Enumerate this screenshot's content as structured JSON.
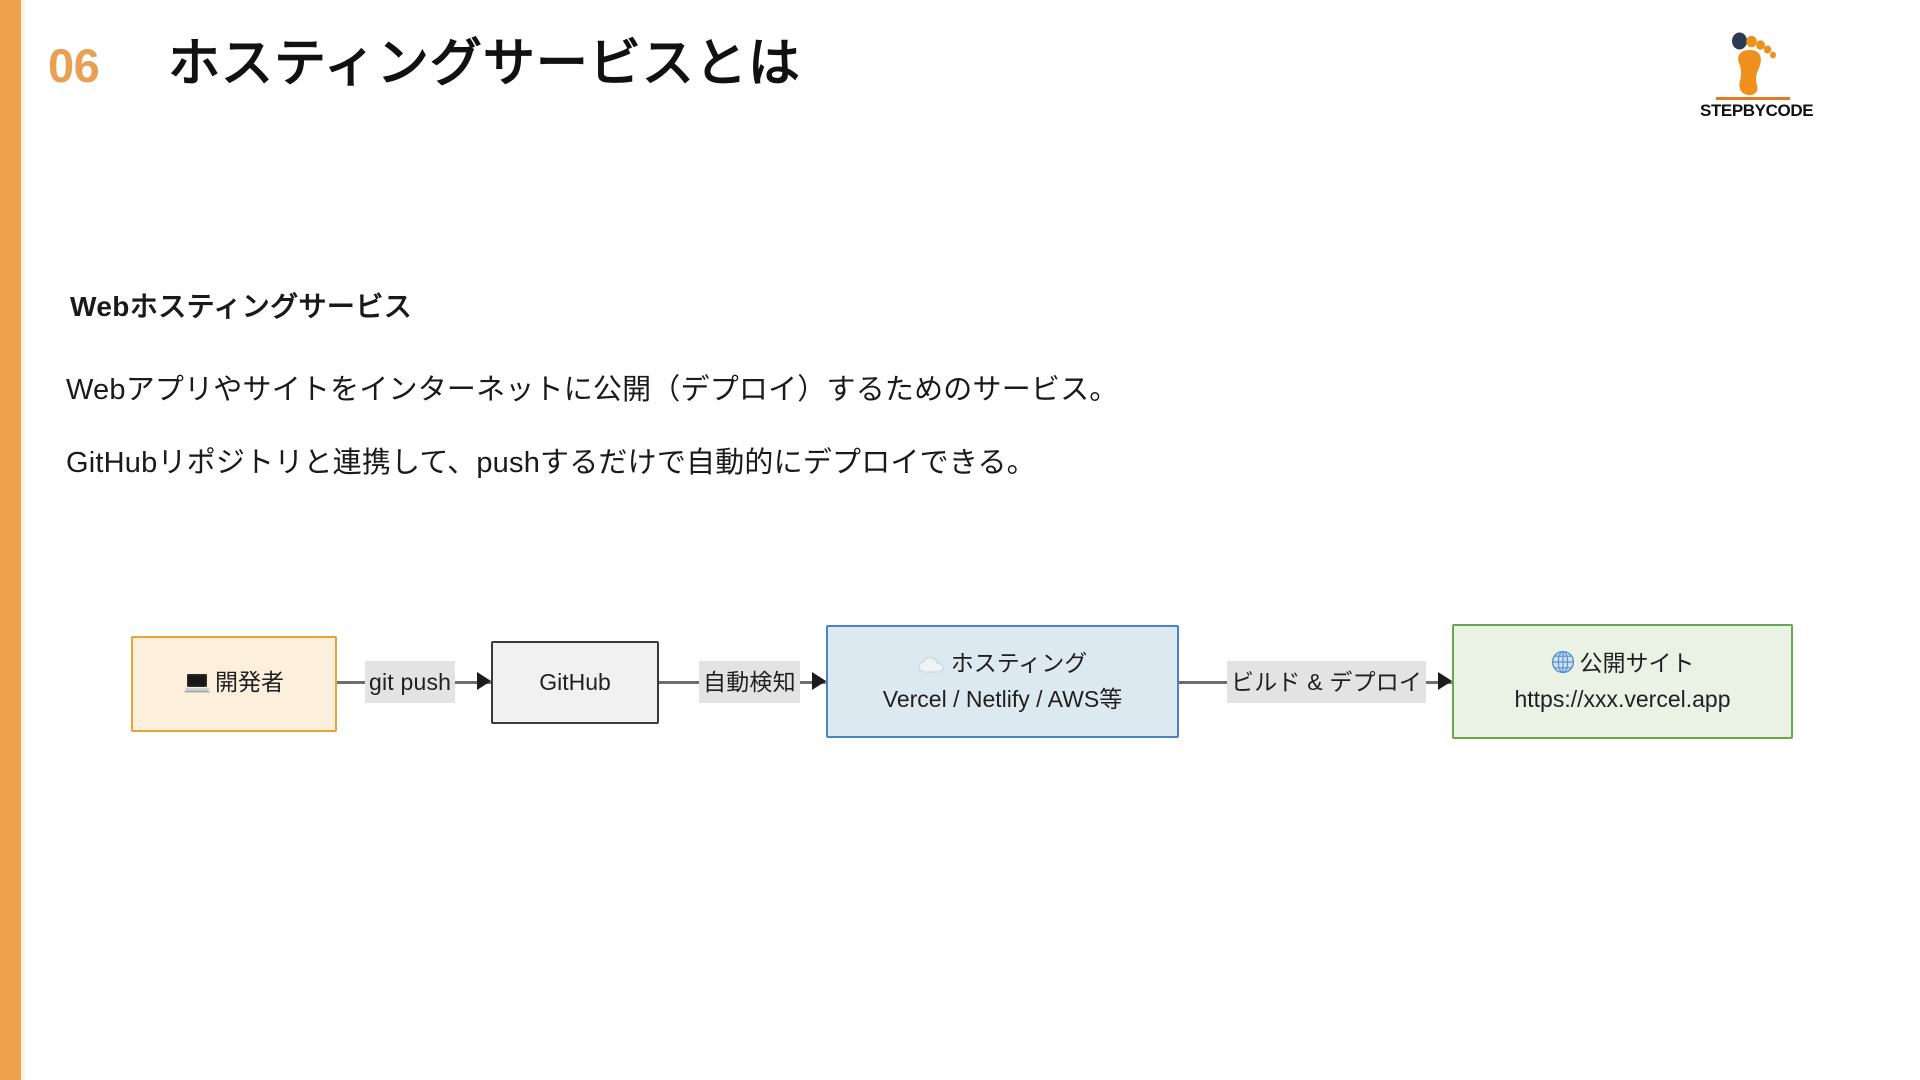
{
  "slide": {
    "number": "06",
    "title": "ホスティングサービスとは",
    "accent_color": "#efa24c",
    "number_color": "#e9a055"
  },
  "logo": {
    "wordmark": "STEPBYCODE",
    "icon": "footprint-icon",
    "toe_color": "#2b3a55",
    "foot_color": "#ef8f1c",
    "underline_color": "#e07b20"
  },
  "content": {
    "heading": "Webホスティングサービス",
    "paragraphs": [
      "Webアプリやサイトをインターネットに公開（デプロイ）するためのサービス。",
      "GitHubリポジトリと連携して、pushするだけで自動的にデプロイできる。"
    ]
  },
  "diagram": {
    "type": "flowchart",
    "direction": "left-to-right",
    "nodes": [
      {
        "id": "developer",
        "icon": "laptop-icon",
        "line1": "開発者",
        "line2": "",
        "fill": "#fcf0dc",
        "border": "#e6a33a"
      },
      {
        "id": "github",
        "icon": "",
        "line1": "GitHub",
        "line2": "",
        "fill": "#f1f1f1",
        "border": "#3a3a3a"
      },
      {
        "id": "hosting",
        "icon": "cloud-icon",
        "line1": "ホスティング",
        "line2": "Vercel / Netlify / AWS等",
        "fill": "#dde9f1",
        "border": "#4a86c5"
      },
      {
        "id": "public-site",
        "icon": "globe-icon",
        "line1": "公開サイト",
        "line2": "https://xxx.vercel.app",
        "fill": "#e9f2e5",
        "border": "#6aa84f"
      }
    ],
    "edges": [
      {
        "from": "developer",
        "to": "github",
        "label": "git push"
      },
      {
        "from": "github",
        "to": "hosting",
        "label": "自動検知"
      },
      {
        "from": "hosting",
        "to": "public-site",
        "label": "ビルド & デプロイ"
      }
    ]
  }
}
